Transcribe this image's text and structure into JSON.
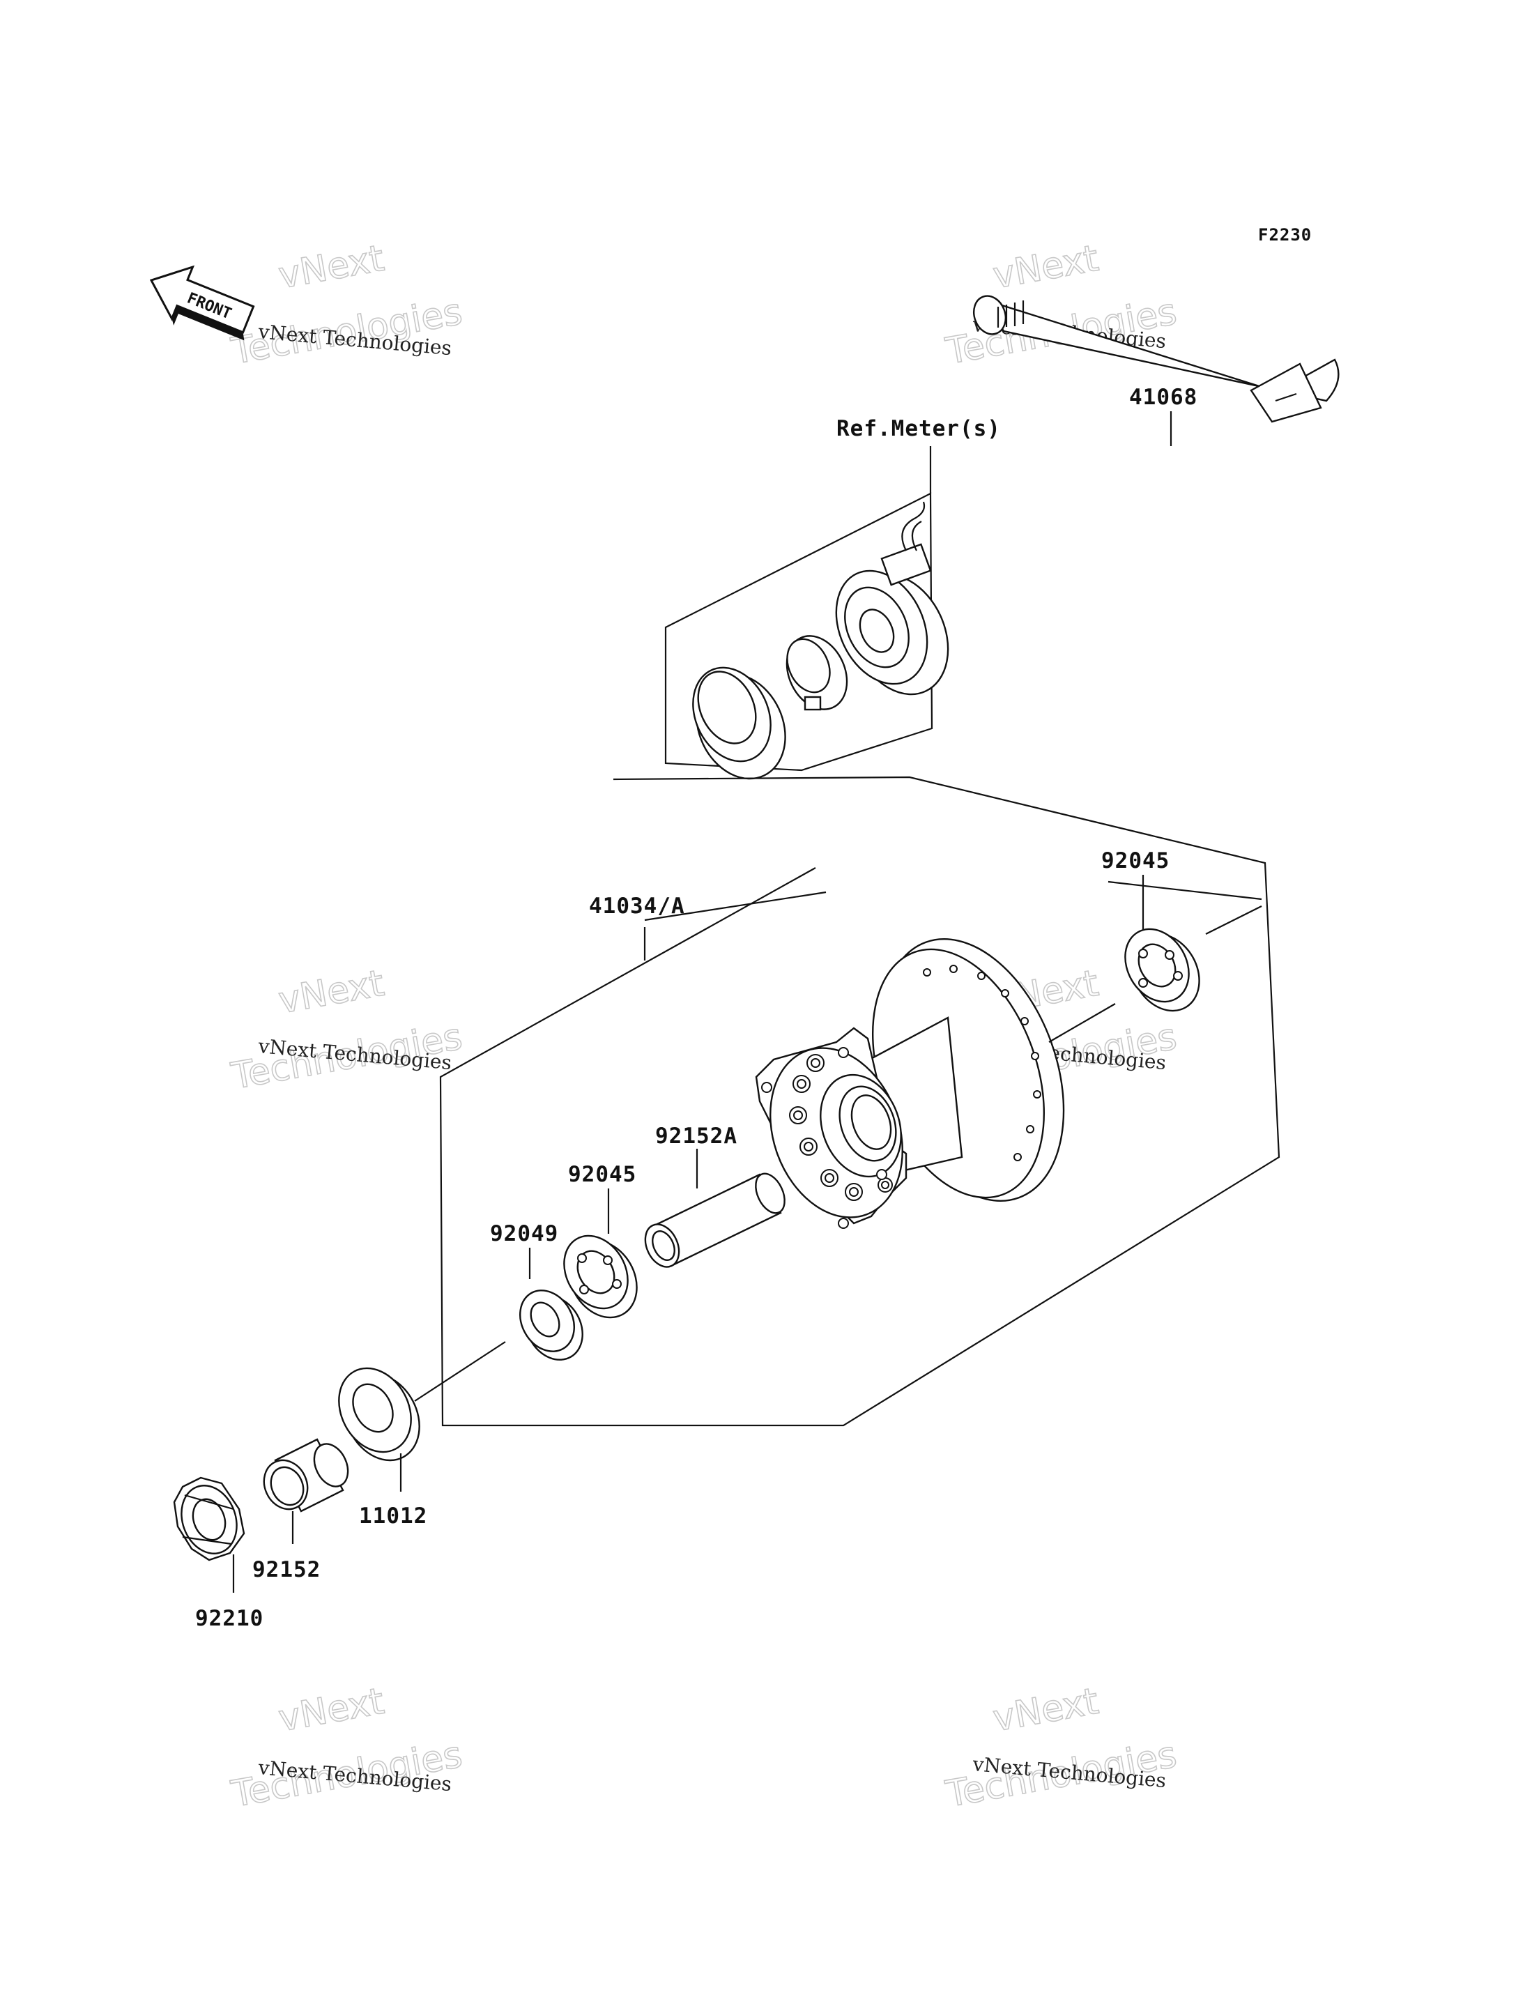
{
  "diagram": {
    "code": "F2230",
    "front_label": "FRONT",
    "ref_label": "Ref.Meter(s)",
    "parts": [
      {
        "number": "41068"
      },
      {
        "number": "92045"
      },
      {
        "number": "41034/A"
      },
      {
        "number": "92152A"
      },
      {
        "number": "92045"
      },
      {
        "number": "92049"
      },
      {
        "number": "11012"
      },
      {
        "number": "92152"
      },
      {
        "number": "92210"
      }
    ]
  },
  "watermark": {
    "line1": "vNext",
    "line2": "vNext Technologies",
    "line3": "Technologies"
  }
}
